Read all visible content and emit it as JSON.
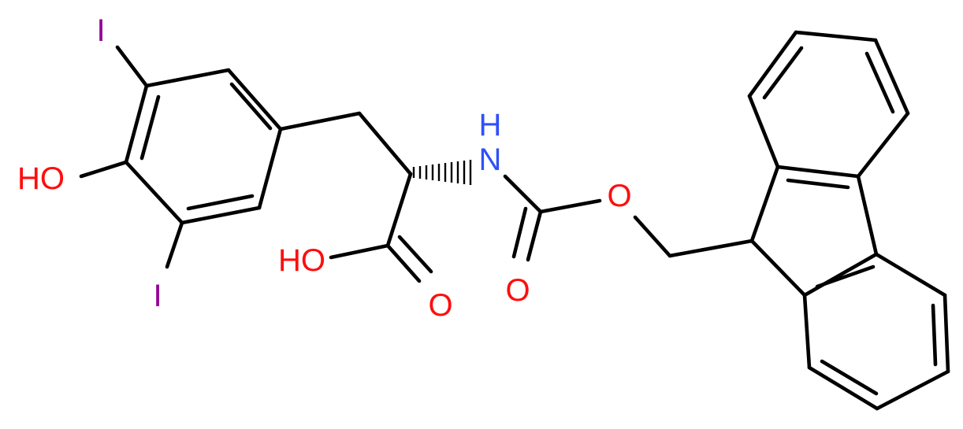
{
  "colors": {
    "bond": "#000000",
    "oxygen": "#ff0d0d",
    "nitrogen": "#3050f8",
    "iodine": "#940094",
    "background": "#ffffff"
  },
  "labels": {
    "iodine_top": "I",
    "iodine_bottom": "I",
    "hydroxyl": "HO",
    "acid_hydroxyl": "HO",
    "acid_carbonyl_oxygen": "O",
    "amine_hydrogen": "H",
    "amine_nitrogen": "N",
    "ester_oxygen": "O",
    "carbamate_carbonyl_oxygen": "O"
  }
}
